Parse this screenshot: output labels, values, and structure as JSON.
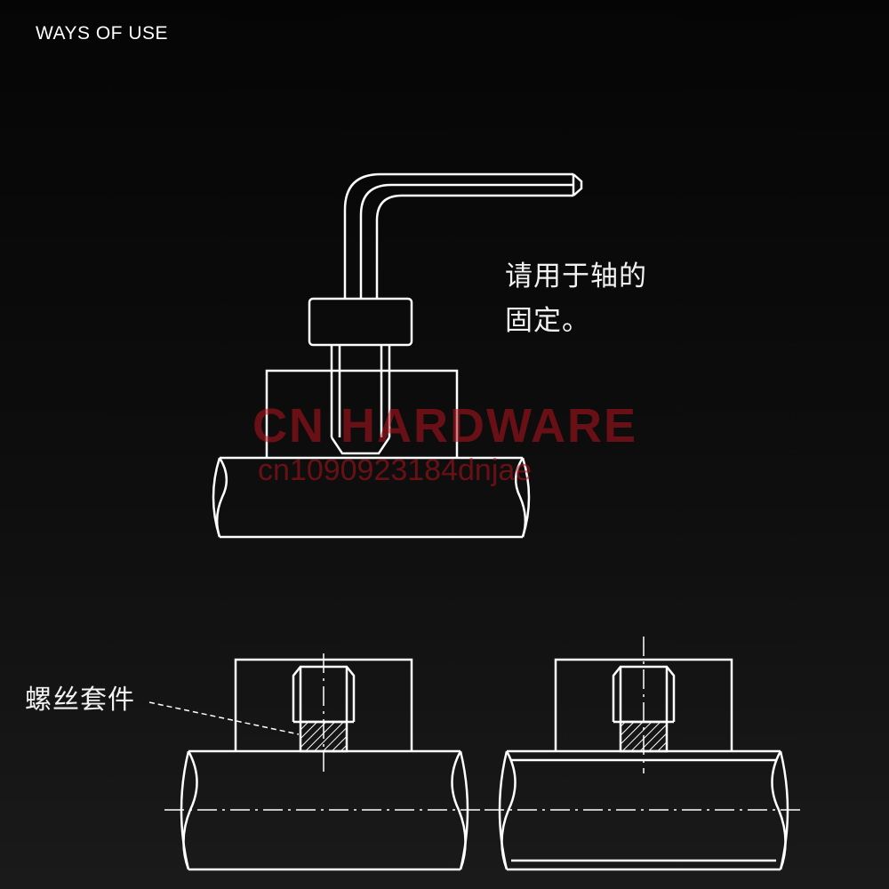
{
  "header": {
    "title": "WAYS OF USE"
  },
  "labels": {
    "top_line1": "请用于轴的",
    "top_line2": "固定。",
    "bottom": "螺丝套件"
  },
  "watermark": {
    "line1": "CN HARDWARE",
    "line2": "cn1090923184dnjae"
  },
  "colors": {
    "line": "#ffffff",
    "background": "#0b0b0b",
    "watermark": "#b3141c"
  }
}
